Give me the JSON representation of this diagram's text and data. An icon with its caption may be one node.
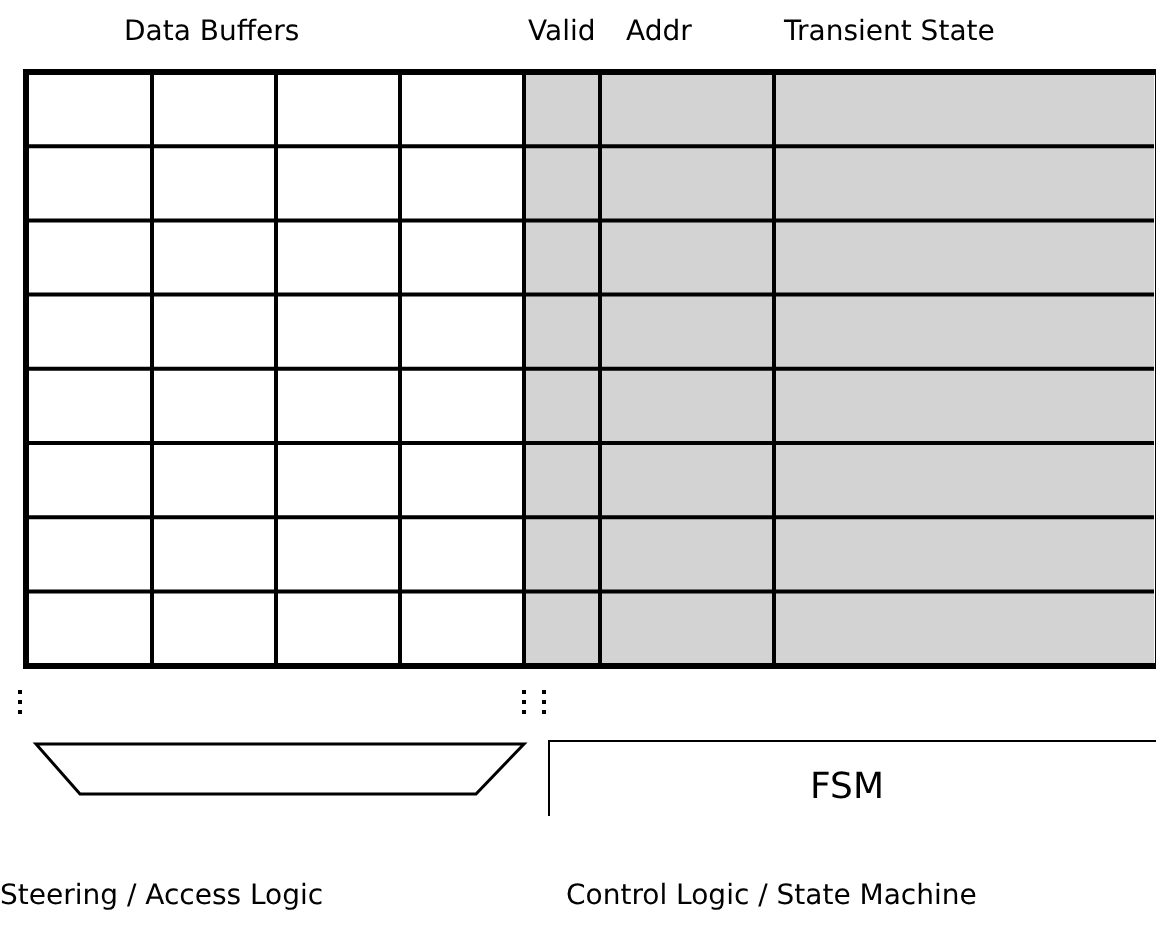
{
  "diagram": {
    "nodes": [
      {
        "text": [],
        "shape": "trapezoid",
        "beside": [
          "Steering / Access Logic"
        ]
      },
      {
        "text": [
          "FSM"
        ],
        "beside": [
          "Control Logic / State Machine"
        ]
      }
    ],
    "labels": [
      "Data Buffers",
      "Valid",
      "Addr",
      "Transient State"
    ]
  }
}
